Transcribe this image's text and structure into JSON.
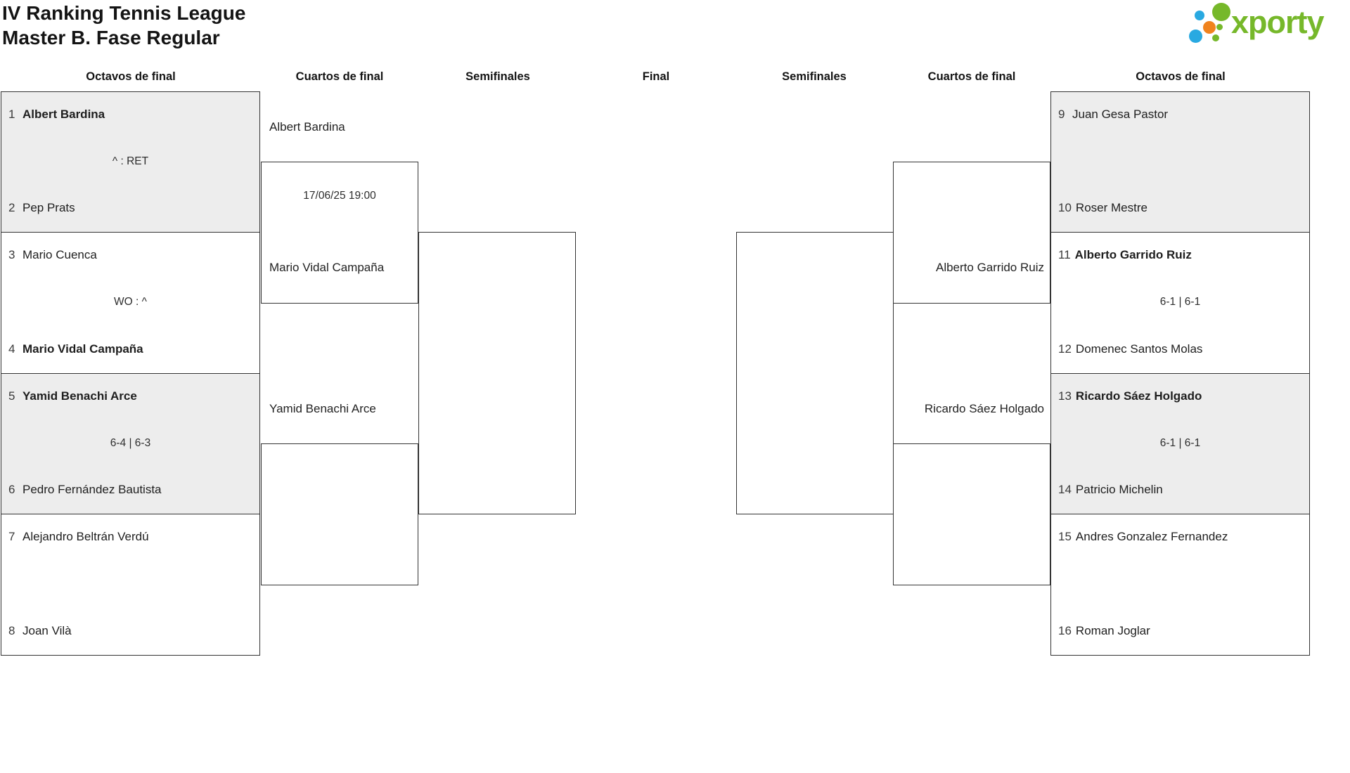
{
  "title": {
    "line1": "IV Ranking Tennis League",
    "line2": "Master B. Fase Regular"
  },
  "logo": {
    "text": "xporty"
  },
  "brand_colors": {
    "green": "#76b82a",
    "blue": "#29a9e1",
    "orange": "#f0831e"
  },
  "headers": [
    "Octavos de final",
    "Cuartos de final",
    "Semifinales",
    "Final",
    "Semifinales",
    "Cuartos de final",
    "Octavos de final"
  ],
  "octavos_left": [
    {
      "seed1": "1",
      "player1": "Albert Bardina",
      "score": "^ : RET",
      "seed2": "2",
      "player2": "Pep Prats"
    },
    {
      "seed1": "3",
      "player1": "Mario Cuenca",
      "score": "WO : ^",
      "seed2": "4",
      "player2": "Mario Vidal Campaña"
    },
    {
      "seed1": "5",
      "player1": "Yamid Benachi Arce",
      "score": "6-4 | 6-3",
      "seed2": "6",
      "player2": "Pedro Fernández Bautista"
    },
    {
      "seed1": "7",
      "player1": "Alejandro Beltrán Verdú",
      "score": "",
      "seed2": "8",
      "player2": "Joan Vilà"
    }
  ],
  "octavos_right": [
    {
      "seed1": "9",
      "player1": "Juan Gesa Pastor",
      "score": "",
      "seed2": "10",
      "player2": "Roser Mestre"
    },
    {
      "seed1": "11",
      "player1": "Alberto Garrido Ruiz",
      "score": "6-1 | 6-1",
      "seed2": "12",
      "player2": "Domenec Santos Molas"
    },
    {
      "seed1": "13",
      "player1": "Ricardo Sáez Holgado",
      "score": "6-1 | 6-1",
      "seed2": "14",
      "player2": "Patricio Michelin"
    },
    {
      "seed1": "15",
      "player1": "Andres Gonzalez Fernandez",
      "score": "",
      "seed2": "16",
      "player2": "Roman Joglar"
    }
  ],
  "cuartos_left": {
    "m1_player1": "Albert Bardina",
    "m1_schedule": "17/06/25 19:00",
    "m1_player2": "Mario Vidal Campaña",
    "m2_player1": "Yamid Benachi Arce"
  },
  "cuartos_right": {
    "m1_player2": "Alberto Garrido Ruiz",
    "m2_player1": "Ricardo Sáez Holgado"
  }
}
